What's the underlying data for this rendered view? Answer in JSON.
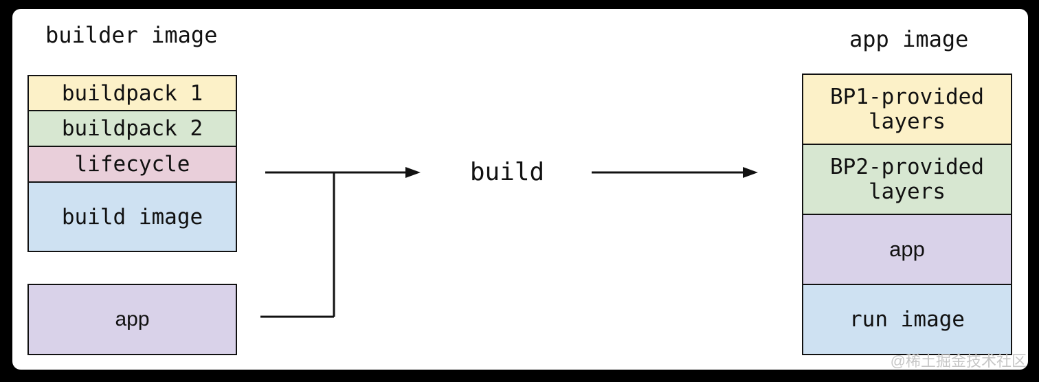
{
  "diagram": {
    "builder": {
      "title": "builder image",
      "layers": [
        {
          "label": "buildpack 1",
          "color": "#fcf1c8"
        },
        {
          "label": "buildpack 2",
          "color": "#d7e7d1"
        },
        {
          "label": "lifecycle",
          "color": "#e9cfda"
        },
        {
          "label": "build image",
          "color": "#cee1f2"
        }
      ]
    },
    "app_source": {
      "label": "app",
      "color": "#d9d2e9"
    },
    "process": {
      "label": "build"
    },
    "app_image": {
      "title": "app image",
      "layers": [
        {
          "label": "BP1-provided layers",
          "color": "#fcf1c8"
        },
        {
          "label": "BP2-provided layers",
          "color": "#d7e7d1"
        },
        {
          "label": "app",
          "color": "#d9d2e9"
        },
        {
          "label": "run image",
          "color": "#cee1f2"
        }
      ]
    },
    "watermark": "@稀土掘金技术社区",
    "colors": {
      "frame_background": "#000000",
      "card_background": "#ffffff",
      "stroke": "#111111"
    }
  }
}
